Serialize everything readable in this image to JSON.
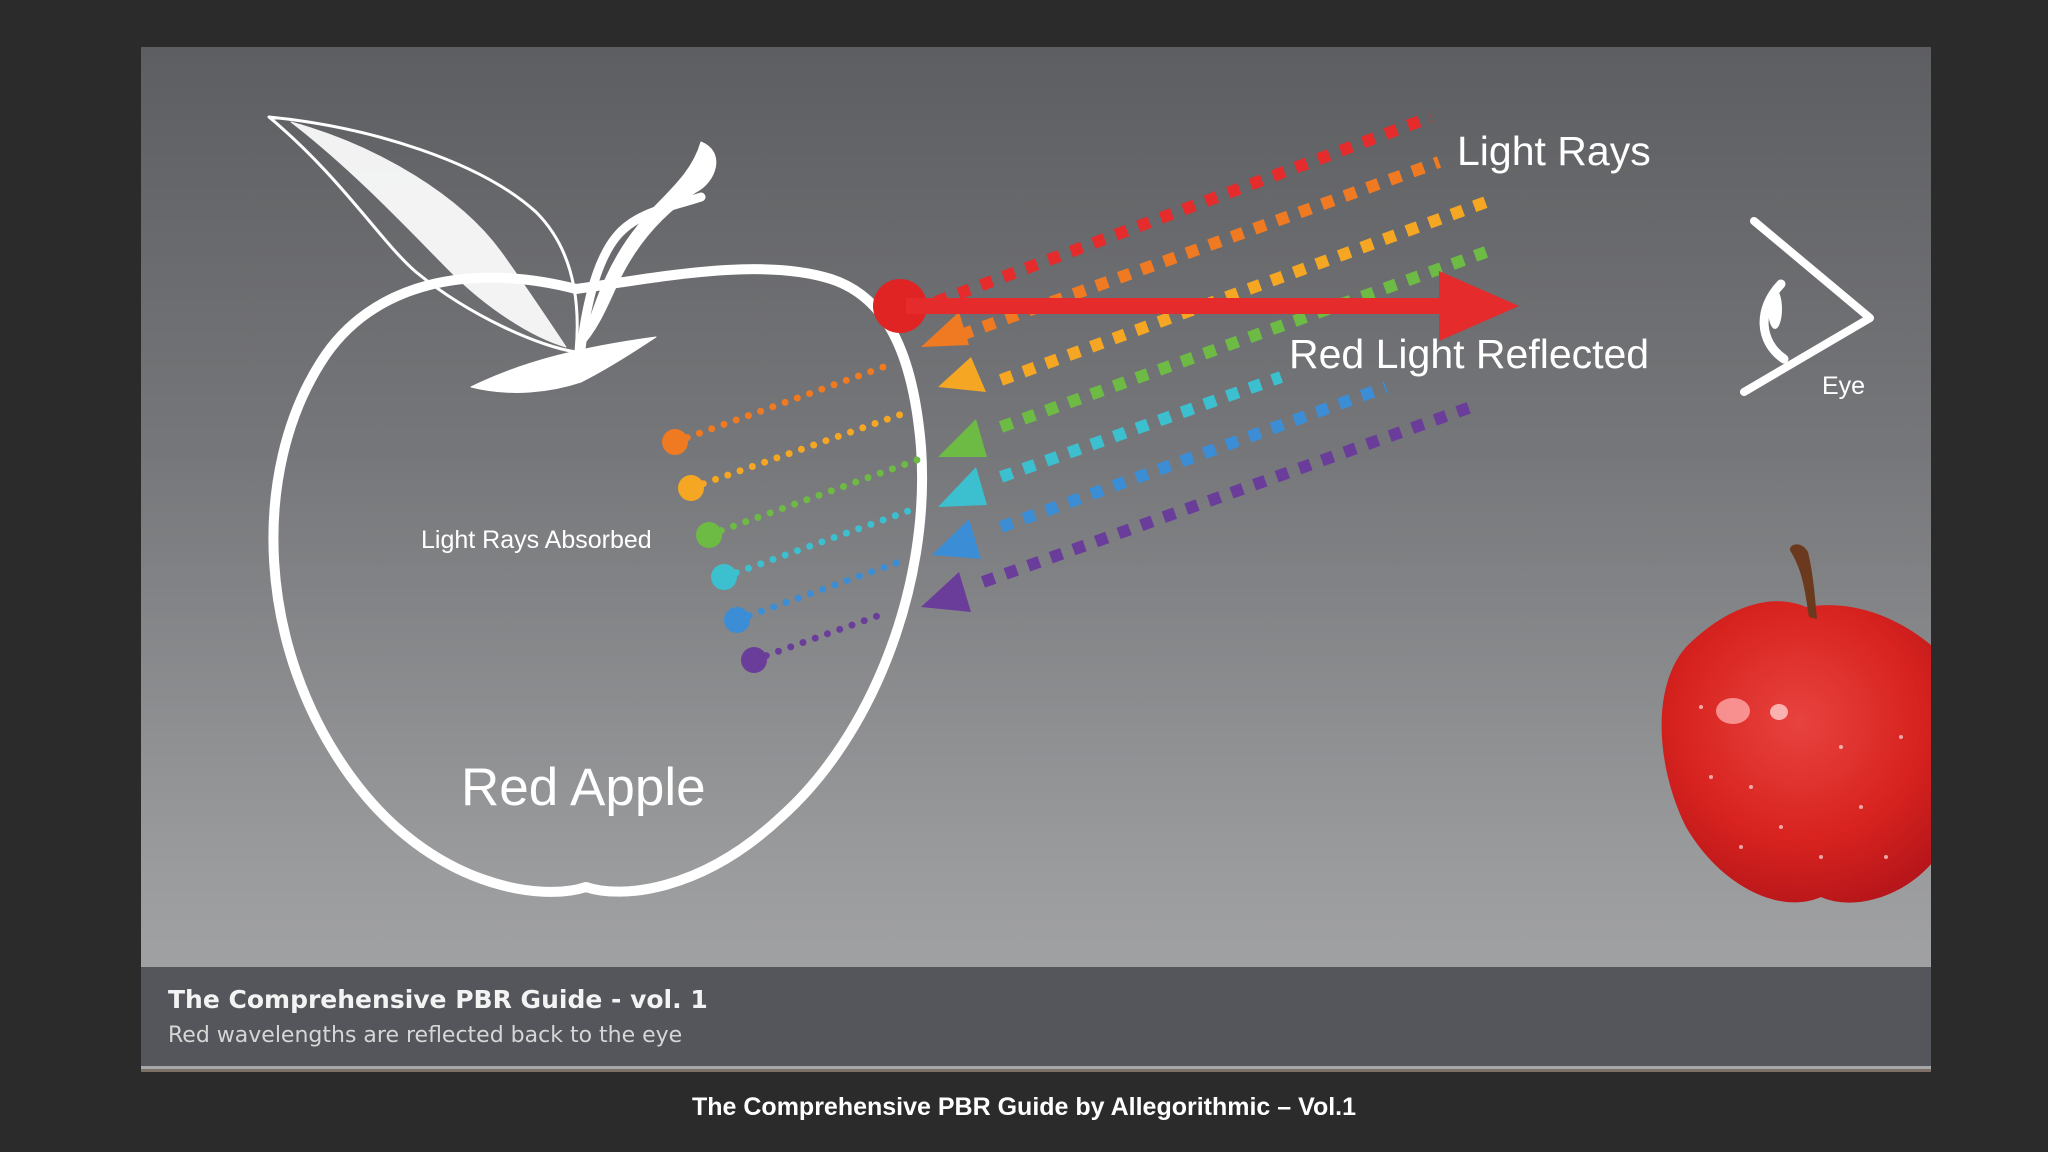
{
  "diagram": {
    "labels": {
      "light_rays": "Light Rays",
      "red_light_reflected": "Red Light Reflected",
      "eye": "Eye",
      "light_rays_absorbed": "Light Rays Absorbed",
      "red_apple": "Red Apple"
    },
    "rays": [
      {
        "color": "#e52b2b",
        "name": "red"
      },
      {
        "color": "#ef7a22",
        "name": "orange"
      },
      {
        "color": "#f5a623",
        "name": "yellow"
      },
      {
        "color": "#6dbb45",
        "name": "green"
      },
      {
        "color": "#3cc0d0",
        "name": "cyan"
      },
      {
        "color": "#3b8ed6",
        "name": "blue"
      },
      {
        "color": "#6a3d9a",
        "name": "purple"
      }
    ],
    "icons": [
      "apple-outline-icon",
      "eye-icon",
      "red-apple-icon"
    ]
  },
  "caption_bar": {
    "title": "The Comprehensive PBR Guide - vol. 1",
    "subtitle": "Red wavelengths are reflected back to the eye"
  },
  "page_caption": "The Comprehensive PBR Guide by Allegorithmic – Vol.1"
}
